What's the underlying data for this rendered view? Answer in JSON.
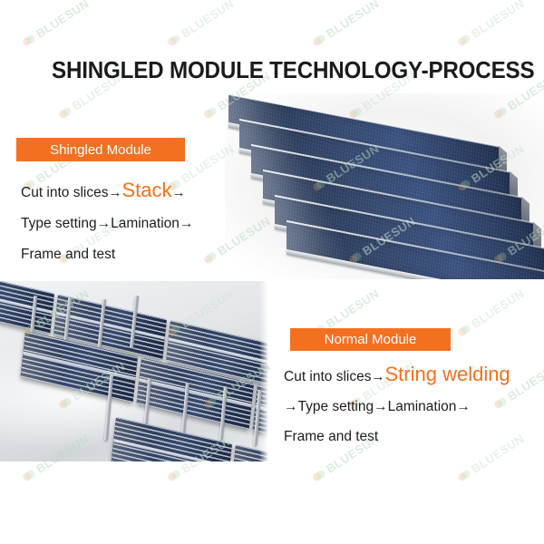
{
  "page": {
    "title": "SHINGLED MODULE TECHNOLOGY-PROCESS",
    "background_color": "#ffffff",
    "accent_color": "#f37021",
    "text_color": "#1d1d1d",
    "cell_color": "#22314e"
  },
  "watermark": {
    "text": "BLUESUN",
    "logo_icon": "bluesun-dots-logo-icon",
    "rotation_deg": -33,
    "color": "#b9d9c2"
  },
  "shingled": {
    "badge_label": "Shingled Module",
    "lines": [
      {
        "pre": "Cut into slices",
        "arrow1": "→",
        "highlight": "Stack",
        "arrow2": "→"
      },
      {
        "text": "Type setting→Lamination→"
      },
      {
        "text": "Frame and test"
      }
    ],
    "image_name": "shingled-module-photo",
    "strip_count": 6
  },
  "normal": {
    "badge_label": "Normal Module",
    "lines": [
      {
        "pre": "Cut into slices",
        "arrow1": "→",
        "highlight": "String welding"
      },
      {
        "text": "→Type setting→Lamination→"
      },
      {
        "text": "Frame and test"
      }
    ],
    "image_name": "normal-module-photo",
    "cell_rows": 3
  }
}
